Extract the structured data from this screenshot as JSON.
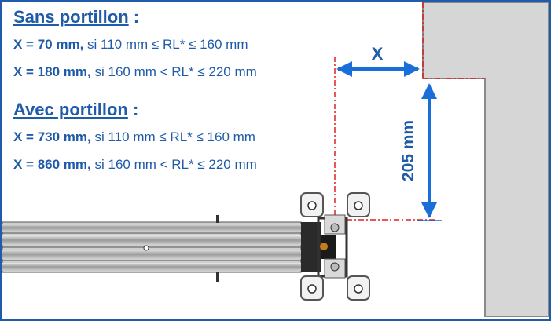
{
  "sections": [
    {
      "title": "Sans portillon",
      "colon": " :",
      "rows": [
        {
          "bold": "X = 70 mm,",
          "rest": " si 110 mm ≤ RL* ≤ 160 mm"
        },
        {
          "bold": "X = 180 mm,",
          "rest": " si 160 mm < RL* ≤ 220 mm"
        }
      ]
    },
    {
      "title": "Avec portillon",
      "colon": " :",
      "rows": [
        {
          "bold": "X = 730 mm,",
          "rest": " si 110 mm ≤ RL* ≤ 160 mm"
        },
        {
          "bold": "X = 860 mm,",
          "rest": " si 160 mm < RL* ≤ 220 mm"
        }
      ]
    }
  ],
  "diagram": {
    "x_label": "X",
    "height_label": "205 mm"
  },
  "colors": {
    "accent": "#1f5ba8",
    "dim_line": "#1a6ed8",
    "wall": "#d6d6d6",
    "dash": "#e02020"
  }
}
